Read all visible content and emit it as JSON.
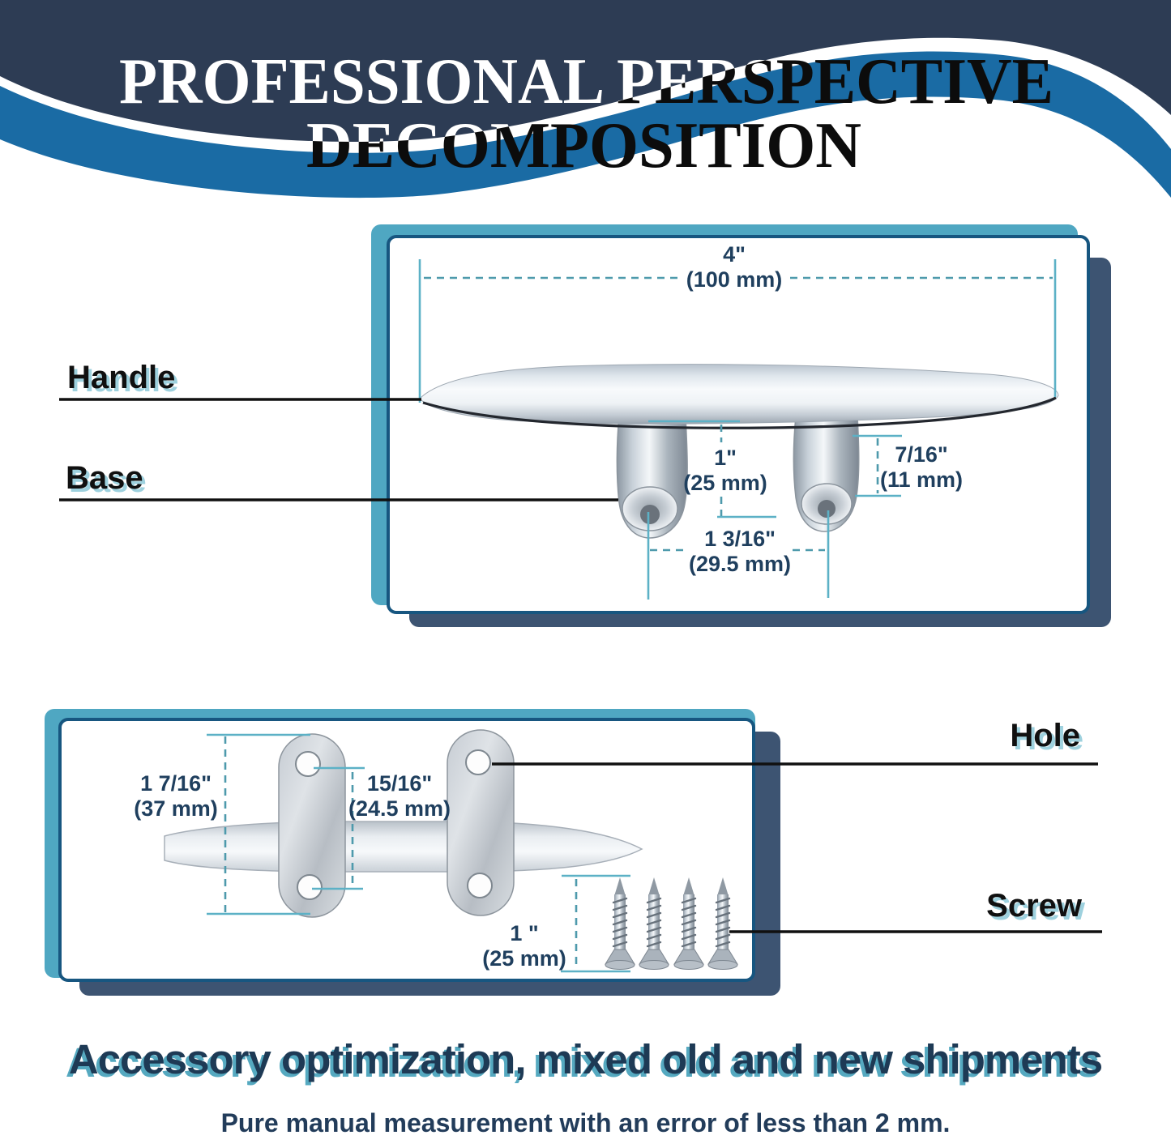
{
  "header": {
    "title_line1": "PROFESSIONAL PERSPECTIVE",
    "title_line2": "DECOMPOSITION"
  },
  "top_panel": {
    "label_handle": "Handle",
    "label_base": "Base",
    "dim_width_in": "4\"",
    "dim_width_mm": "(100 mm)",
    "dim_height_in": "1\"",
    "dim_height_mm": "(25 mm)",
    "dim_leg_in": "7/16\"",
    "dim_leg_mm": "(11 mm)",
    "dim_spacing_in": "1 3/16\"",
    "dim_spacing_mm": "(29.5 mm)"
  },
  "bottom_panel": {
    "label_hole": "Hole",
    "label_screw": "Screw",
    "dim_plate_in": "1 7/16\"",
    "dim_plate_mm": "(37 mm)",
    "dim_holes_in": "15/16\"",
    "dim_holes_mm": "(24.5 mm)",
    "dim_screw_in": "1 \"",
    "dim_screw_mm": "(25 mm)",
    "screw_count": 4
  },
  "footer": {
    "headline": "Accessory optimization, mixed old and new shipments",
    "note": "Pure manual measurement with an error of less than 2 mm."
  },
  "colors": {
    "navy": "#2D3C54",
    "wave_blue": "#1A6BA4",
    "teal_card": "#4FA7C2",
    "slate_card": "#3D5472",
    "dim_teal": "#4E9AAC",
    "dim_text": "#1F3F5E"
  }
}
